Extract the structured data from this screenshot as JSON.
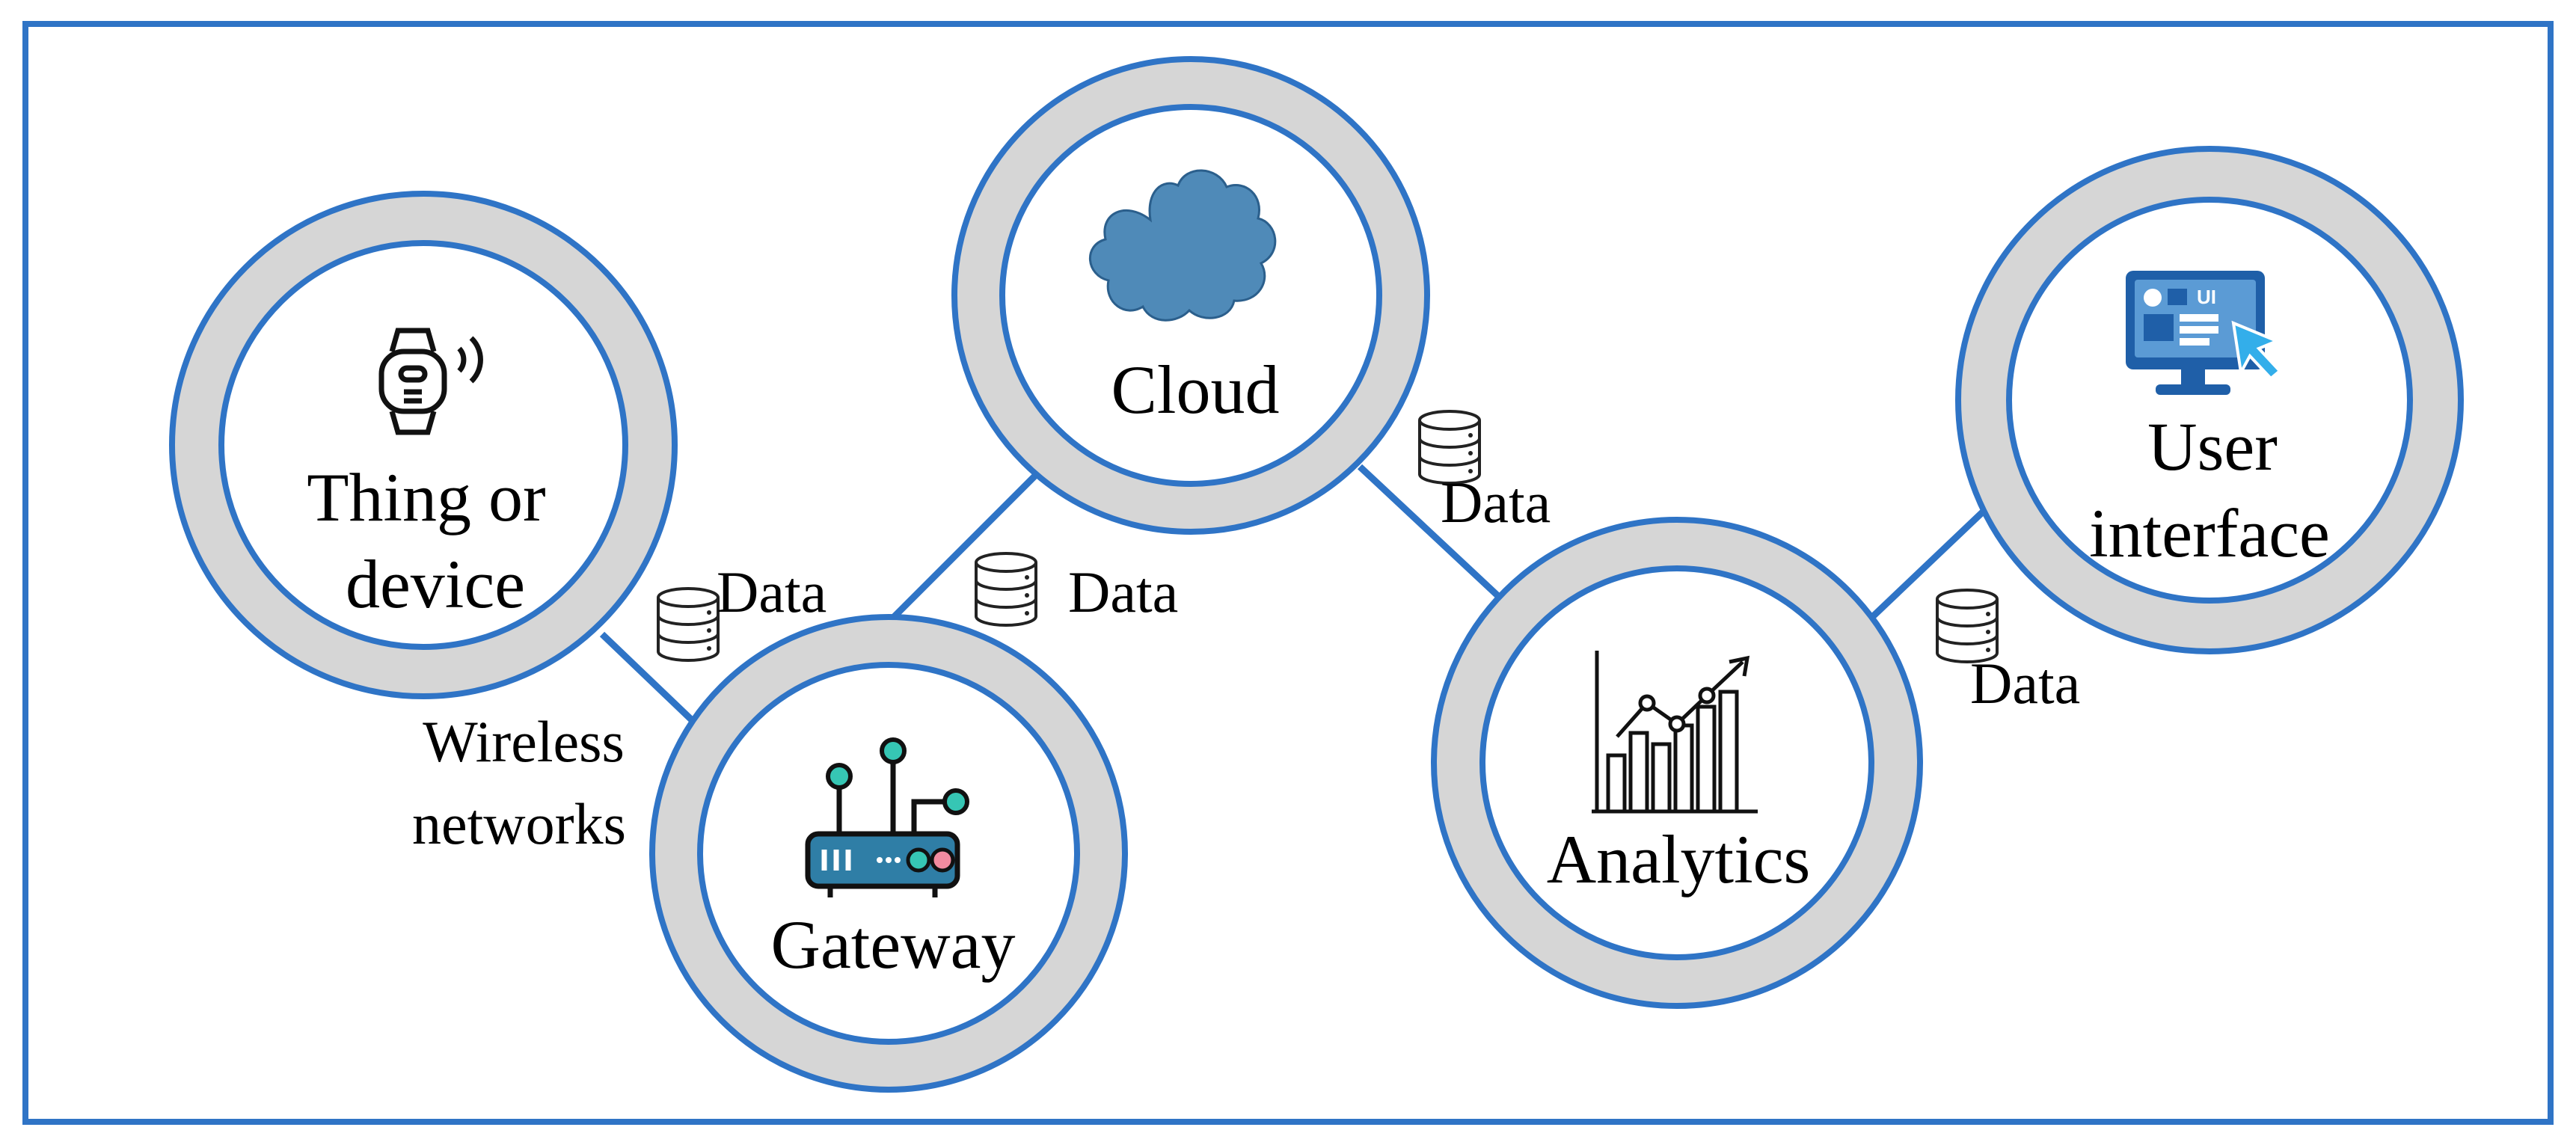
{
  "colors": {
    "frame": "#2f74c6",
    "ring_outer": "#2f74c6",
    "ring_fill": "#d6d6d6",
    "connector": "#2f74c6",
    "cloud": "#4f8ab8",
    "gateway": "#2f7ea6",
    "gateway_dots": "#36c6b4",
    "ui_monitor": "#1f5fa8",
    "ui_screen": "#5b9bd5",
    "ui_cursor": "#33aeea",
    "icon_stroke": "#111111",
    "database": "#222222"
  },
  "nodes": {
    "thing": {
      "label_line1": "Thing or",
      "label_line2": "device",
      "icon": "smartwatch-icon"
    },
    "gateway": {
      "label": "Gateway",
      "icon": "router-icon"
    },
    "cloud": {
      "label": "Cloud",
      "icon": "cloud-icon"
    },
    "analytics": {
      "label": "Analytics",
      "icon": "bar-chart-icon"
    },
    "ui": {
      "label_line1": "User",
      "label_line2": "interface",
      "icon": "monitor-ui-icon"
    }
  },
  "edges": {
    "thing_gateway": {
      "label": "Data",
      "sublabel_line1": "Wireless",
      "sublabel_line2": "networks"
    },
    "gateway_cloud": {
      "label": "Data"
    },
    "cloud_analytics": {
      "label": "Data"
    },
    "analytics_ui": {
      "label": "Data"
    }
  },
  "icons": {
    "database": "database-icon",
    "ui_badge_text": "UI"
  }
}
